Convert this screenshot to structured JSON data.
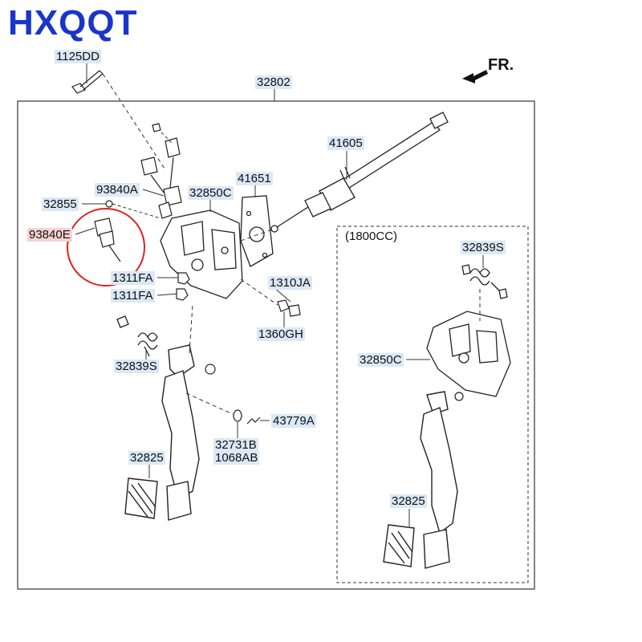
{
  "brand": {
    "name": "HXQQT",
    "color": "#1a35c9"
  },
  "direction": {
    "text": "FR.",
    "icon": "front-arrow-icon"
  },
  "highlight_color": "#e02020",
  "labels": {
    "l1125DD": "1125DD",
    "l32802": "32802",
    "l41605": "41605",
    "l41651": "41651",
    "l93840A": "93840A",
    "l32850C": "32850C",
    "l32855": "32855",
    "l93840E": "93840E",
    "l1311FA_1": "1311FA",
    "l1311FA_2": "1311FA",
    "l1310JA": "1310JA",
    "l1360GH": "1360GH",
    "l32839S": "32839S",
    "l43779A": "43779A",
    "l32731B": "32731B",
    "l1068AB": "1068AB",
    "l32825": "32825"
  },
  "variant": {
    "title": "(1800CC)",
    "l32839S": "32839S",
    "l32850C": "32850C",
    "l32825": "32825"
  }
}
